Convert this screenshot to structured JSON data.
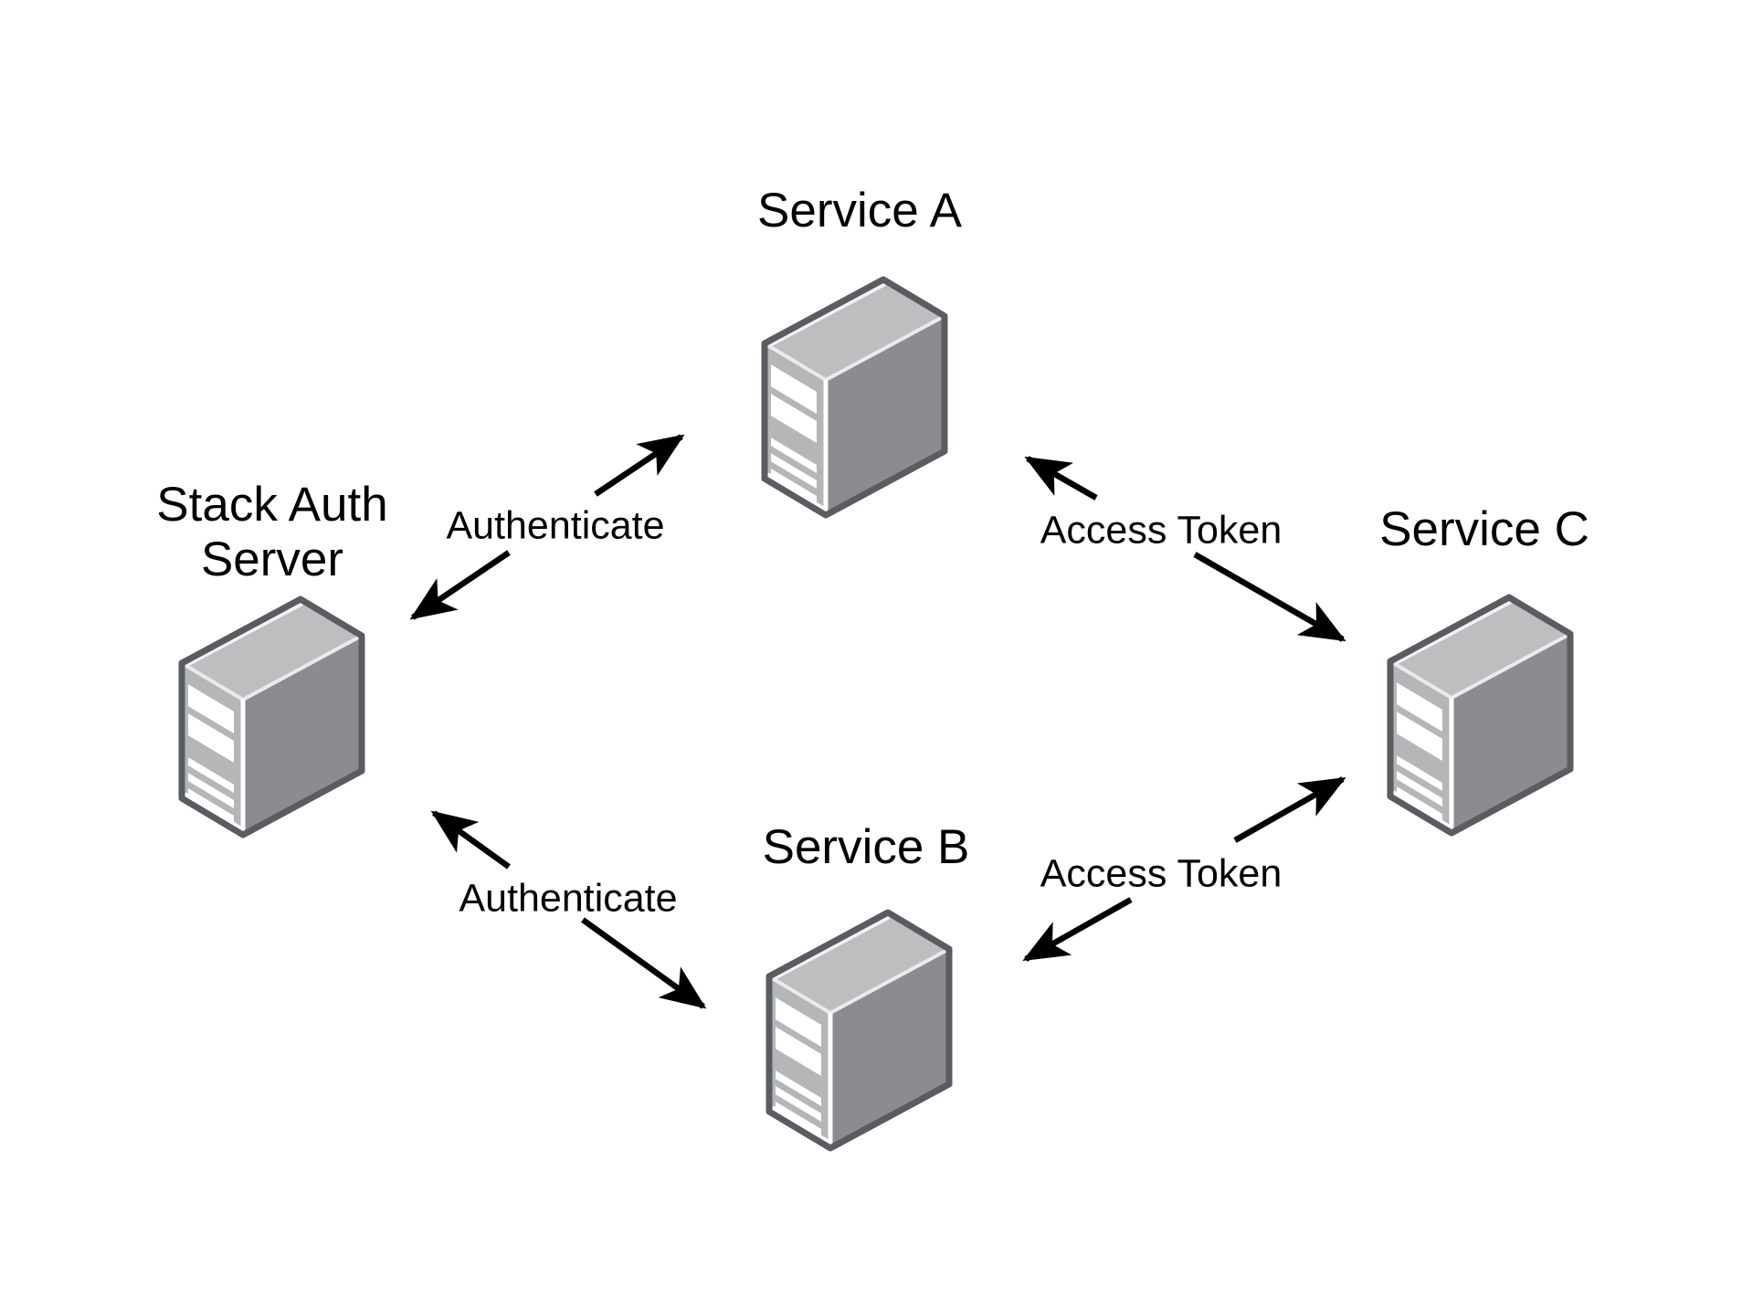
{
  "diagram": {
    "background": "#ffffff"
  },
  "nodes": [
    {
      "id": "stack-auth-server",
      "label": "Stack Auth Server",
      "icon": "server-icon"
    },
    {
      "id": "service-a",
      "label": "Service A",
      "icon": "server-icon"
    },
    {
      "id": "service-b",
      "label": "Service B",
      "icon": "server-icon"
    },
    {
      "id": "service-c",
      "label": "Service C",
      "icon": "server-icon"
    }
  ],
  "edges": [
    {
      "id": "authenticate-a",
      "label": "Authenticate",
      "from": "stack-auth-server",
      "to": "service-a",
      "arrows": "both"
    },
    {
      "id": "authenticate-b",
      "label": "Authenticate",
      "from": "stack-auth-server",
      "to": "service-b",
      "arrows": "both"
    },
    {
      "id": "access-token-a-c",
      "label": "Access Token",
      "from": "service-a",
      "to": "service-c",
      "arrows": "both"
    },
    {
      "id": "access-token-b-c",
      "label": "Access Token",
      "from": "service-b",
      "to": "service-c",
      "arrows": "both"
    }
  ],
  "colors": {
    "background": "#ffffff",
    "text": "#000000",
    "arrow": "#000000",
    "server_outline": "#595c60",
    "server_top_face": "#bcbec0",
    "server_front_face": "#b4b6b8",
    "server_side_face": "#8a8c8f",
    "server_slots": "#ffffff"
  }
}
